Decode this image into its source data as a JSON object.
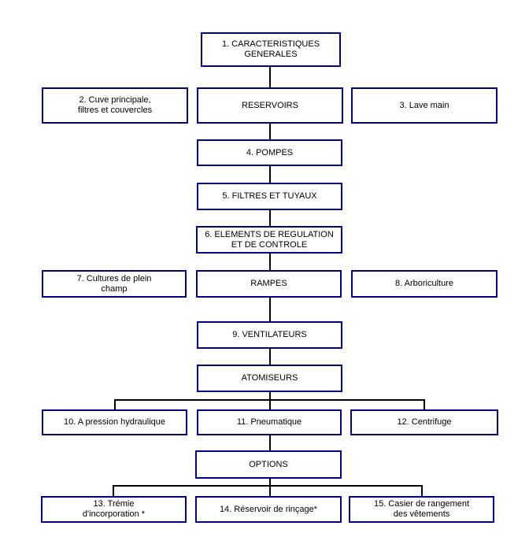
{
  "diagram": {
    "type": "flowchart-organigram",
    "colors": {
      "box_border": "#000080",
      "connector": "#000000",
      "background": "#ffffff",
      "text": "#000000"
    },
    "nodes": {
      "n1": {
        "label": "1. CARACTERISTIQUES\nGENERALES"
      },
      "n2": {
        "label": "2. Cuve principale,\nfiltres et couvercles"
      },
      "reservoirs": {
        "label": "RESERVOIRS"
      },
      "n3": {
        "label": "3. Lave main"
      },
      "n4": {
        "label": "4. POMPES"
      },
      "n5": {
        "label": "5. FILTRES ET TUYAUX"
      },
      "n6": {
        "label": "6. ELEMENTS DE REGULATION\nET DE CONTROLE"
      },
      "n7": {
        "label": "7. Cultures de plein\nchamp"
      },
      "rampes": {
        "label": "RAMPES"
      },
      "n8": {
        "label": "8. Arboriculture"
      },
      "n9": {
        "label": "9. VENTILATEURS"
      },
      "atomiseurs": {
        "label": "ATOMISEURS"
      },
      "n10": {
        "label": "10. A pression hydraulique"
      },
      "n11": {
        "label": "11. Pneumatique"
      },
      "n12": {
        "label": "12. Centrifuge"
      },
      "options": {
        "label": "OPTIONS"
      },
      "n13": {
        "label": "13. Trémie\nd'incorporation *"
      },
      "n14": {
        "label": "14. Réservoir de rinçage*"
      },
      "n15": {
        "label": "15. Casier de rangement\ndes vêtements"
      }
    }
  }
}
